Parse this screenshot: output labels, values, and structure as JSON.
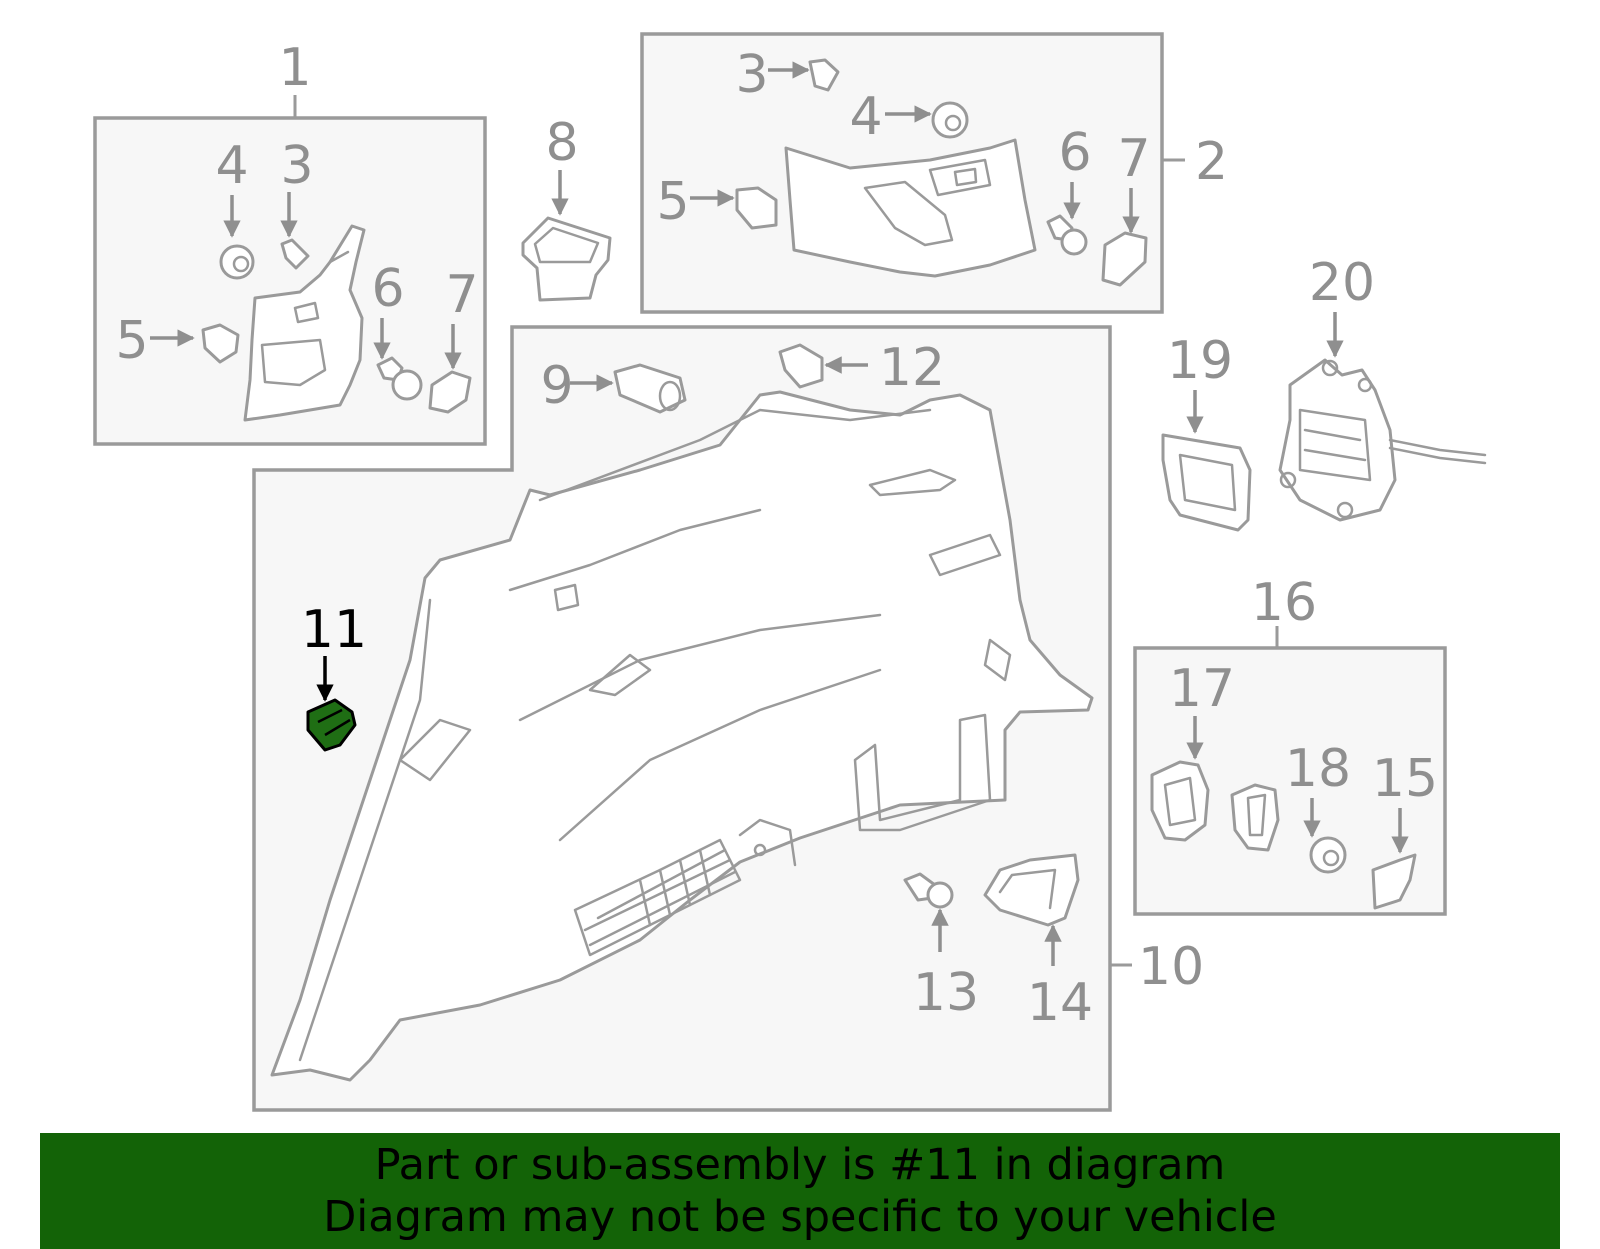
{
  "colors": {
    "banner_bg": "#136307",
    "highlight": "#1f6e14",
    "line_gray": "#9a9a9a",
    "label_gray": "#8f8f8f",
    "box_fill": "#f7f7f7"
  },
  "callouts": {
    "c1": "1",
    "c2": "2",
    "c8": "8",
    "c10": "10",
    "c16": "16",
    "g1_4": "4",
    "g1_3": "3",
    "g1_5": "5",
    "g1_6": "6",
    "g1_7": "7",
    "g2_3": "3",
    "g2_4": "4",
    "g2_5": "5",
    "g2_6": "6",
    "g2_7": "7",
    "c9": "9",
    "c11": "11",
    "c12": "12",
    "c13": "13",
    "c14": "14",
    "c15": "15",
    "c17": "17",
    "c18": "18",
    "c19": "19",
    "c20": "20"
  },
  "banner": {
    "line1": "Part or sub-assembly is #11 in diagram",
    "line2": "Diagram may not be specific to your vehicle"
  }
}
